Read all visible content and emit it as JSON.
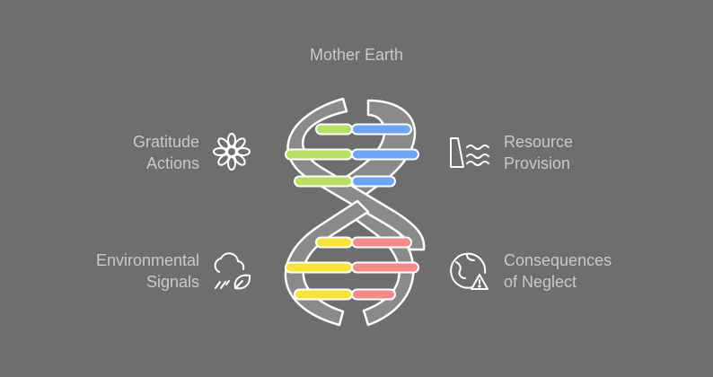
{
  "title": "Mother Earth",
  "items": [
    {
      "line1": "Gratitude",
      "line2": "Actions",
      "icon": "flower-icon"
    },
    {
      "line1": "Resource",
      "line2": "Provision",
      "icon": "water-dam-icon"
    },
    {
      "line1": "Environmental",
      "line2": "Signals",
      "icon": "weather-leaf-icon"
    },
    {
      "line1": "Consequences",
      "line2": "of Neglect",
      "icon": "globe-warning-icon"
    }
  ],
  "colors": {
    "background": "#6e6e6e",
    "text": "#c9c9c9",
    "strand": "#8a8a8a",
    "outline": "#ffffff",
    "green": "#b5e061",
    "blue": "#6ca6f5",
    "yellow": "#f7e43a",
    "red": "#f48a8a"
  }
}
